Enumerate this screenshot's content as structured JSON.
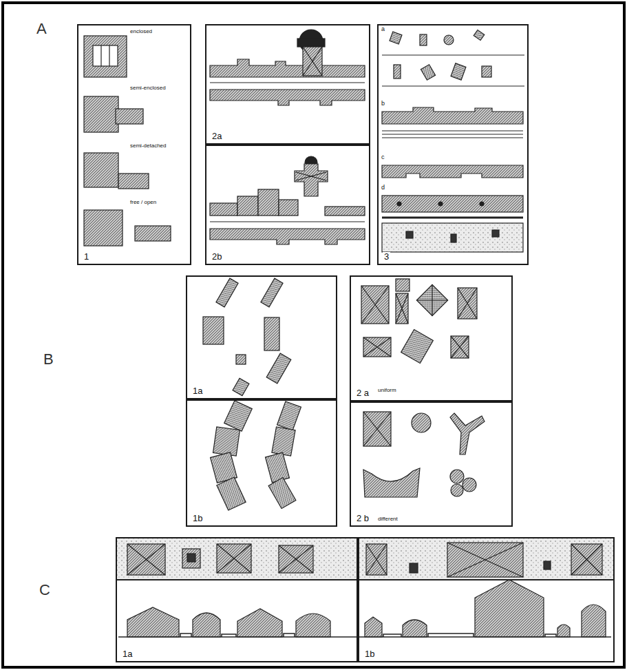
{
  "diagram": {
    "nodes": [
      {
        "text": [
          "1"
        ]
      },
      {
        "text": [
          "2a"
        ]
      },
      {
        "text": [
          "2b"
        ]
      },
      {
        "text": [
          "3"
        ]
      },
      {
        "text": [
          "1a"
        ]
      },
      {
        "text": [
          "1b"
        ]
      },
      {
        "text": [
          "2 a"
        ]
      },
      {
        "text": [
          "2 b"
        ]
      },
      {
        "text": [
          "1a"
        ]
      },
      {
        "text": [
          "1b"
        ]
      }
    ],
    "labels": [
      "A",
      "B",
      "C",
      "enclosed",
      "semi-enclosed",
      "semi-detached",
      "free / open",
      "a",
      "b",
      "c",
      "d",
      "uniform",
      "different"
    ]
  }
}
